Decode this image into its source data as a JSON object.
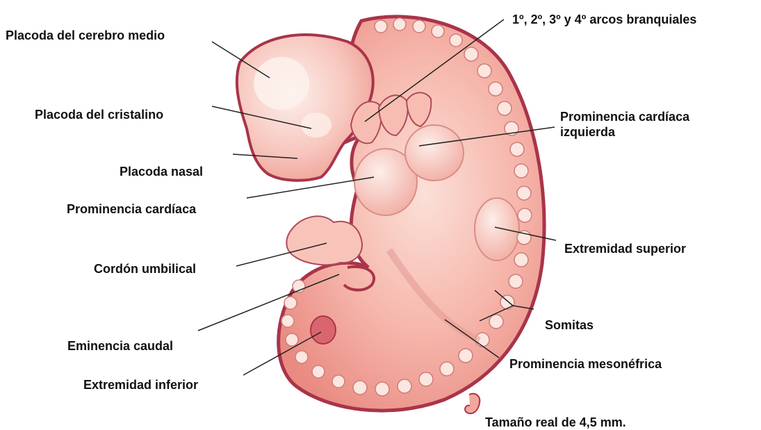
{
  "labels": {
    "arches": "1º, 2º, 3º y 4º arcos branquiales",
    "midbrain": "Placoda del cerebro medio",
    "lens": "Placoda del cristalino",
    "nasal": "Placoda nasal",
    "heart": "Prominencia cardíaca",
    "heart_left_1": "Prominencia cardíaca",
    "heart_left_2": "izquierda",
    "umbilical": "Cordón umbilical",
    "upper_limb": "Extremidad superior",
    "caudal": "Eminencia caudal",
    "somites": "Somitas",
    "lower_limb": "Extremidad inferior",
    "mesonephric": "Prominencia mesonéfrica",
    "actual_size": "Tamaño real de 4,5 mm."
  },
  "colors": {
    "embryo_fill": "#f2a79c",
    "embryo_light": "#fbe3dd",
    "embryo_outline": "#a9344a",
    "label_text": "#111111",
    "leader_line": "#222222"
  }
}
